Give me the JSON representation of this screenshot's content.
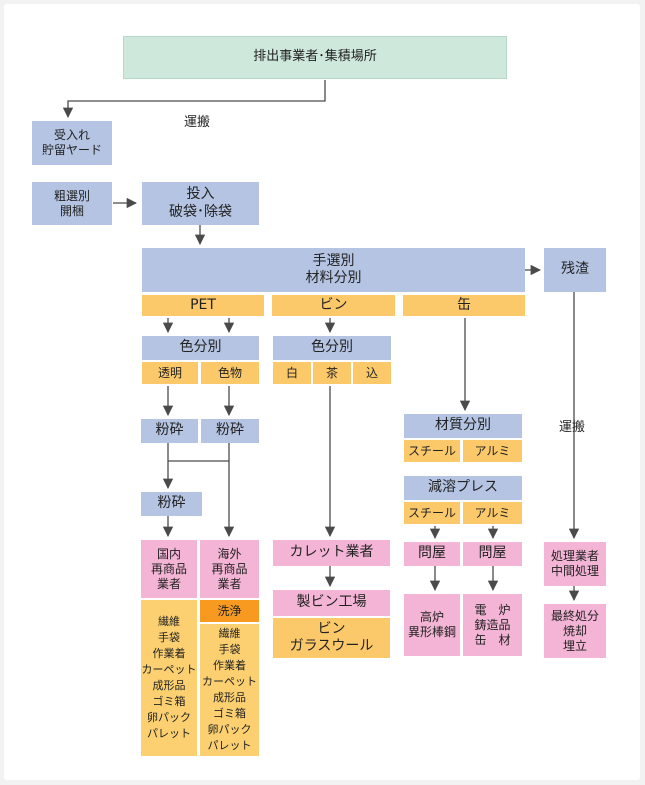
{
  "colors": {
    "green": "#cfe8dc",
    "blue": "#b4c4e2",
    "yellow": "#fcc96a",
    "pink": "#f4b4d6",
    "orange": "#f79a1f",
    "line": "#4a4a4a"
  },
  "top": "排出事業者･集積場所",
  "transport_label_1": "運搬",
  "receive": [
    "受入れ",
    "貯留ヤード"
  ],
  "rough_sort": [
    "粗選別",
    "開梱"
  ],
  "input": [
    "投入",
    "破袋･除袋"
  ],
  "hand_sort": [
    "手選別",
    "材料分別"
  ],
  "residue": "残渣",
  "transport_label_2": "運搬",
  "treatment": [
    "処理業者",
    "中間処理"
  ],
  "final_disposal": [
    "最終処分",
    "焼却",
    "埋立"
  ],
  "pet": {
    "title": "PET",
    "color_sort": "色分別",
    "clear": "透明",
    "colored": "色物",
    "crush1": "粉砕",
    "crush2": "粉砕",
    "crush3": "粉砕",
    "domestic": [
      "国内",
      "再商品",
      "業者"
    ],
    "overseas": [
      "海外",
      "再商品",
      "業者"
    ],
    "wash": "洗浄",
    "domestic_products": [
      "繊維",
      "手袋",
      "作業着",
      "カーペット",
      "成形品",
      "ゴミ箱",
      "卵パック",
      "パレット"
    ],
    "overseas_products": [
      "繊維",
      "手袋",
      "作業着",
      "カーペット",
      "成形品",
      "ゴミ箱",
      "卵パック",
      "パレット"
    ]
  },
  "bottle": {
    "title": "ビン",
    "color_sort": "色分別",
    "white": "白",
    "brown": "茶",
    "mixed": "込",
    "cullet": "カレット業者",
    "factory": "製ビン工場",
    "products": [
      "ビン",
      "ガラスウール"
    ]
  },
  "can": {
    "title": "缶",
    "material_sort": "材質分別",
    "steel1": "スチール",
    "alumi1": "アルミ",
    "press": "減溶プレス",
    "steel2": "スチール",
    "alumi2": "アルミ",
    "dealer1": "問屋",
    "dealer2": "問屋",
    "steel_products": [
      "高炉",
      "異形棒鋼"
    ],
    "alumi_products": [
      "電　炉",
      "鋳造品",
      "缶　材"
    ]
  }
}
